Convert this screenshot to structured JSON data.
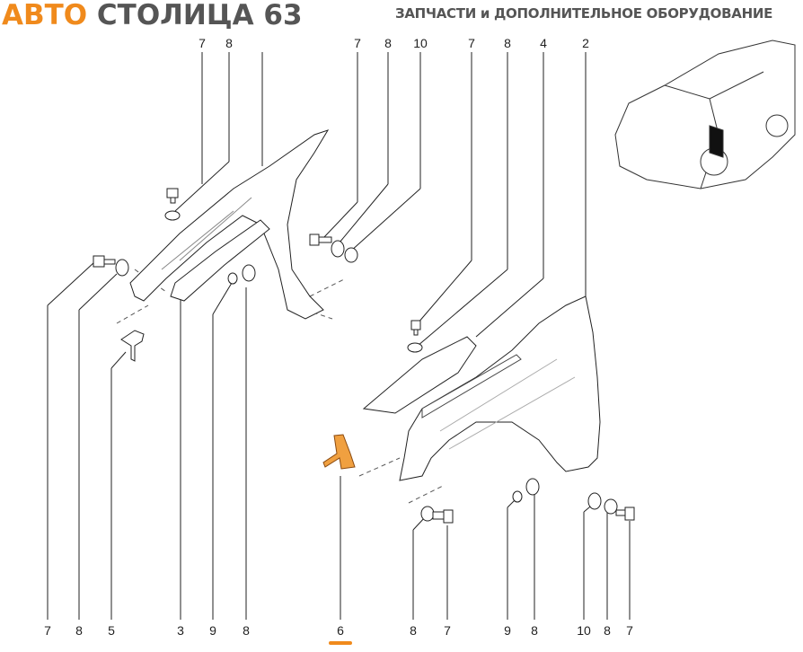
{
  "header": {
    "logo_part1": "АВТО",
    "logo_part2": "СТОЛИЦА 63",
    "tagline": "ЗАПЧАСТИ и ДОПОЛНИТЕЛЬНОЕ ОБОРУДОВАНИЕ"
  },
  "top_labels": [
    "7",
    "8",
    "7",
    "8",
    "10",
    "7",
    "8",
    "4",
    "2"
  ],
  "bottom_labels": [
    "7",
    "8",
    "5",
    "3",
    "9",
    "8",
    "6",
    "8",
    "7",
    "9",
    "8",
    "10",
    "8",
    "7"
  ],
  "colors": {
    "accent": "#f08a1c",
    "highlighted_part": "#f0a040"
  },
  "highlighted_part": "6"
}
